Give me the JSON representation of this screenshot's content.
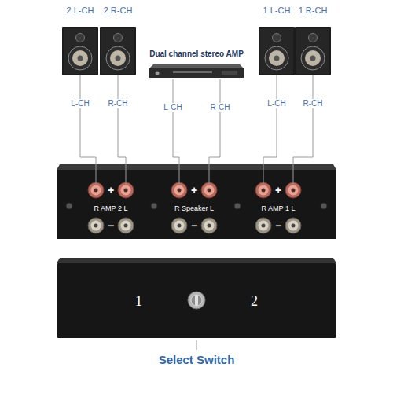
{
  "diagram": {
    "nodes": [
      {
        "text": [
          "2 L-CH"
        ]
      },
      {
        "text": [
          "2 R-CH"
        ]
      },
      {
        "text": [
          "Dual channel stereo AMP"
        ]
      },
      {
        "text": [
          "1 L-CH"
        ]
      },
      {
        "text": [
          "1 R-CH"
        ]
      },
      {
        "text": [
          "+",
          "R AMP 2 L",
          "−"
        ]
      },
      {
        "text": [
          "+",
          "R Speaker L",
          "−"
        ]
      },
      {
        "text": [
          "+",
          "R AMP 1 L",
          "−"
        ]
      },
      {
        "text": [
          "1",
          "2"
        ]
      }
    ],
    "edges": [
      {
        "from": 0,
        "to": 5,
        "label": "L-CH",
        "arrow": "none"
      },
      {
        "from": 1,
        "to": 5,
        "label": "R-CH",
        "arrow": "none"
      },
      {
        "from": 2,
        "to": 6,
        "label": "L-CH",
        "arrow": "none"
      },
      {
        "from": 2,
        "to": 6,
        "label": "R-CH",
        "arrow": "none"
      },
      {
        "from": 3,
        "to": 7,
        "label": "L-CH",
        "arrow": "none"
      },
      {
        "from": 4,
        "to": 7,
        "label": "R-CH",
        "arrow": "none"
      }
    ],
    "labels": [
      "Select Switch"
    ]
  }
}
